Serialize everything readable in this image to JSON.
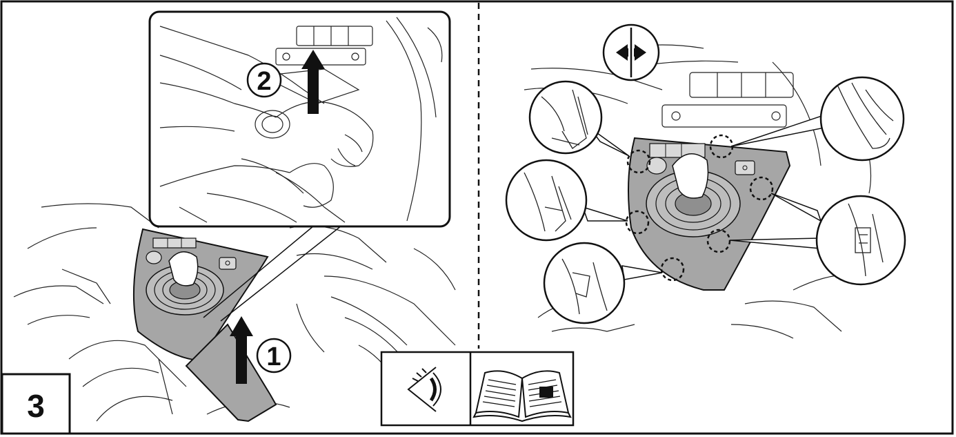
{
  "step": {
    "number": "3"
  },
  "callouts": {
    "first": "1",
    "second": "2"
  },
  "icons": {
    "mirror": "mirror-symmetry-icon",
    "inspect": "eye-inspect-icon",
    "manual": "open-manual-icon"
  },
  "colors": {
    "line": "#111111",
    "panel_fill": "#a6a6a6",
    "background": "#ffffff"
  }
}
